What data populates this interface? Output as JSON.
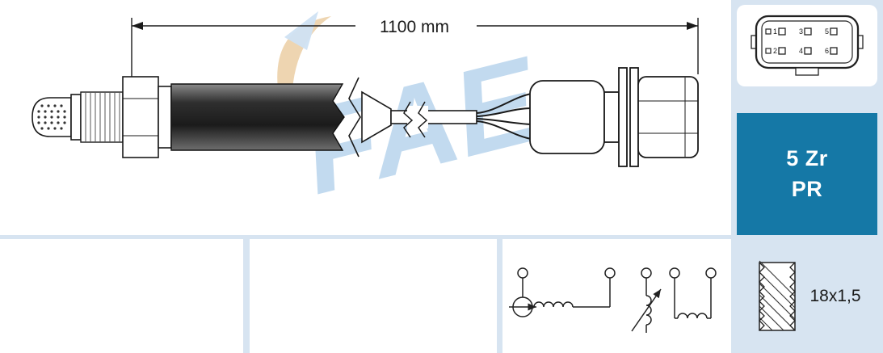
{
  "colors": {
    "background": "#d7e4f1",
    "panel": "#ffffff",
    "badge_teal": "#1578a6",
    "line": "#1a1a1a",
    "watermark_text": "#bcd7ee",
    "watermark_swoosh": "#ecd0a8",
    "watermark_triangle": "#cfe2f3"
  },
  "drawing": {
    "dimension_label": "1100 mm"
  },
  "watermark": {
    "text": "FAE"
  },
  "connector_pinout": {
    "pins_top": [
      "1",
      "3",
      "5"
    ],
    "pins_bottom": [
      "2",
      "4",
      "6"
    ]
  },
  "spec_badge": {
    "line1": "5 Zr",
    "line2": "PR"
  },
  "thread": {
    "label": "18x1,5"
  }
}
